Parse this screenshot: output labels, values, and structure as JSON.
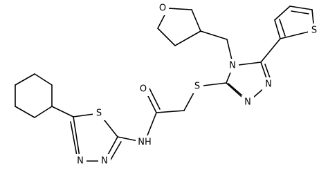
{
  "molecule": {
    "atoms": {
      "o_thf": "O",
      "n4": "N",
      "s_thio": "S",
      "s_link": "S",
      "n_tri_1": "N",
      "n_tri_2": "N",
      "o_carbonyl": "O",
      "nh": "NH",
      "s_thiad": "S",
      "n_thiad_1": "N",
      "n_thiad_2": "N"
    }
  }
}
